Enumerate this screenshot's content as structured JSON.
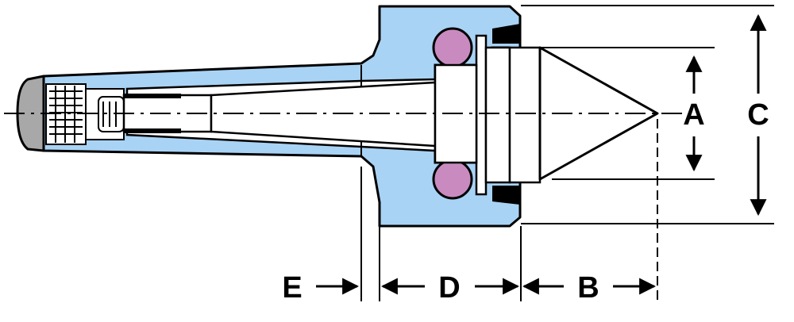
{
  "diagram": {
    "labels": {
      "a": "A",
      "b": "B",
      "c": "C",
      "d": "D",
      "e": "E"
    },
    "colors": {
      "housing": "#a9d3f5",
      "bearing": "#c98bbf",
      "cap": "#a8a8a8",
      "outline": "#000000",
      "background": "#ffffff"
    },
    "icons": {
      "bearing": "ball-bearing-icon",
      "cap": "end-cap-icon"
    }
  }
}
